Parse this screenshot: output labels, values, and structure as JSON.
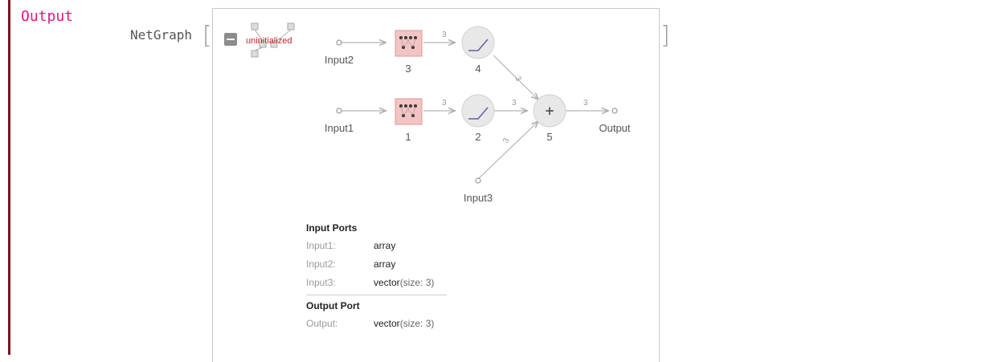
{
  "cell": {
    "output_label": "Output",
    "head": "NetGraph",
    "bracket_open": "[",
    "bracket_close": "]"
  },
  "panel": {
    "status_text": "uninitialized",
    "nodes": {
      "n1": "1",
      "n2": "2",
      "n3": "3",
      "n4": "4",
      "n5": "5",
      "plus": "+"
    },
    "ports": {
      "input1": "Input1",
      "input2": "Input2",
      "input3": "Input3",
      "output": "Output"
    },
    "edge_size": "3",
    "input_ports_title": "Input Ports",
    "input_rows": [
      {
        "name": "Input1:",
        "type": "array",
        "size": ""
      },
      {
        "name": "Input2:",
        "type": "array",
        "size": ""
      },
      {
        "name": "Input3:",
        "type": "vector",
        "size": "(size: 3)"
      }
    ],
    "output_port_title": "Output Port",
    "output_rows": [
      {
        "name": "Output:",
        "type": "vector",
        "size": "(size: 3)"
      }
    ]
  },
  "colors": {
    "output_label": "#e6157e",
    "cell_bar": "#7a1422",
    "linear_layer": "#f2c4c4",
    "status_text": "#c1272d"
  },
  "icons": [
    "minus-icon",
    "graph-thumbnail-icon",
    "linear-layer-icon",
    "ramp-activation-icon",
    "plus-icon"
  ]
}
